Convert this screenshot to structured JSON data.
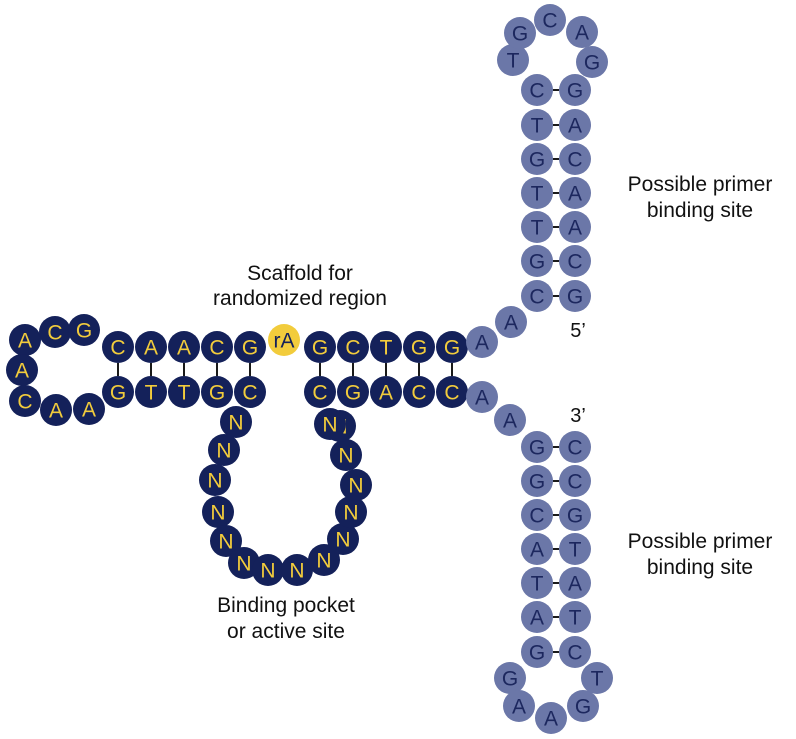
{
  "colors": {
    "dark_nucleotide": "#14215a",
    "dark_letter": "#f2cc3c",
    "light_nucleotide": "#6b77a8",
    "light_letter": "#1c275e",
    "ribo_nucleotide": "#f2cc3c",
    "ribo_letter": "#14215a",
    "bond": "#1a1a1a"
  },
  "labels": {
    "scaffold_line1": "Scaffold for",
    "scaffold_line2": "randomized region",
    "pocket_line1": "Binding pocket",
    "pocket_line2": "or active site",
    "primer_top_line1": "Possible primer",
    "primer_top_line2": "binding site",
    "primer_bottom_line1": "Possible primer",
    "primer_bottom_line2": "binding site",
    "end_5": "5’",
    "end_3": "3’"
  },
  "strands": {
    "left_loop": [
      "A",
      "C",
      "G",
      "A",
      "C",
      "A",
      "A"
    ],
    "scaffold_top_left": [
      "C",
      "A",
      "A",
      "C",
      "G"
    ],
    "ribo": "rA",
    "scaffold_top_right": [
      "G",
      "C",
      "T",
      "G",
      "G"
    ],
    "scaffold_bottom_left": [
      "G",
      "T",
      "T",
      "G",
      "C"
    ],
    "scaffold_bottom_right": [
      "C",
      "G",
      "A",
      "C",
      "C"
    ],
    "randomized_loop": [
      "N",
      "N",
      "N",
      "N",
      "N",
      "N",
      "N",
      "N",
      "N",
      "N",
      "N",
      "N",
      "N",
      "N",
      "N"
    ],
    "linker_top": [
      "A",
      "A"
    ],
    "linker_bottom": [
      "A",
      "A"
    ],
    "top_hairpin_left": [
      "C",
      "T",
      "G",
      "T",
      "T",
      "G",
      "C"
    ],
    "top_hairpin_right": [
      "G",
      "A",
      "C",
      "A",
      "A",
      "C",
      "G"
    ],
    "top_hairpin_loop": [
      "T",
      "G",
      "C",
      "A",
      "G"
    ],
    "bottom_hairpin_left": [
      "G",
      "G",
      "C",
      "A",
      "T",
      "A",
      "G"
    ],
    "bottom_hairpin_right": [
      "C",
      "C",
      "G",
      "T",
      "A",
      "T",
      "C"
    ],
    "bottom_hairpin_loop": [
      "G",
      "A",
      "A",
      "G",
      "T"
    ]
  }
}
